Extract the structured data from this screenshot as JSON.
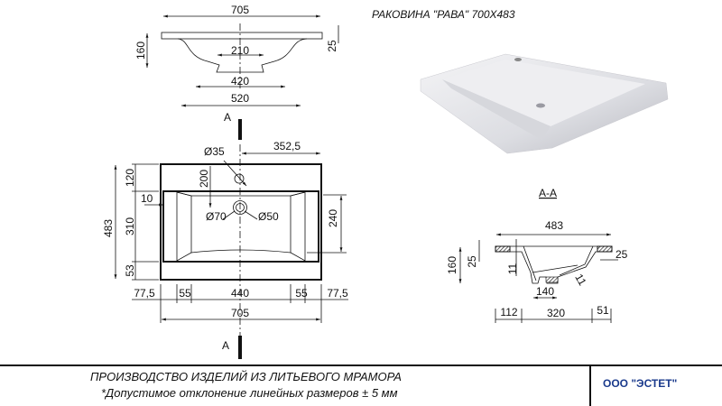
{
  "title": "РАКОВИНА \"РАВА\" 700X483",
  "section_label": "A",
  "section_view_label": "A-A",
  "top_view": {
    "width": "705",
    "height": "160",
    "rim": "25",
    "drain_width": "210",
    "bowl_bottom": "420",
    "bowl_top": "520"
  },
  "plan_view": {
    "hole_dia": "Ø35",
    "hole_offset": "352,5",
    "hole_to_drain": "200",
    "drain_outer": "Ø70",
    "drain_inner": "Ø50",
    "bowl_depth": "240",
    "total_depth": "483",
    "back": "120",
    "bowl": "310",
    "front": "53",
    "side_wall": "10",
    "bottom_dims": [
      "77,5",
      "55",
      "440",
      "55",
      "77,5"
    ],
    "total_width": "705"
  },
  "section_view": {
    "width": "483",
    "height": "160",
    "rim": "25",
    "wall_left": "11",
    "wall_right": "25",
    "foot": "140",
    "wall_slope": "11",
    "bottom_dims": [
      "112",
      "320",
      "51"
    ]
  },
  "footer": {
    "line1": "ПРОИЗВОДСТВО ИЗДЕЛИЙ ИЗ ЛИТЬЕВОГО МРАМОРА",
    "line2": "*Допустимое отклонение линейных размеров ±    5 мм",
    "company": "ООО \"ЭСТЕТ\"",
    "company_color": "#1a3a8c"
  }
}
